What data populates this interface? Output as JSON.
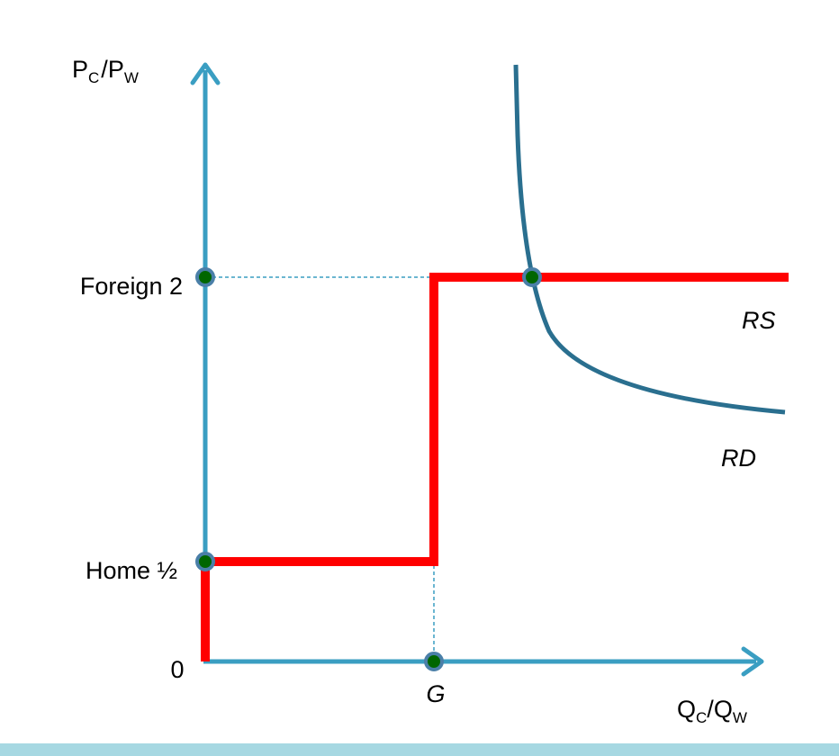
{
  "axes": {
    "y_label_main_1": "P",
    "y_label_sub_1": "C",
    "y_label_sep": "/",
    "y_label_main_2": "P",
    "y_label_sub_2": "W",
    "x_label_main_1": "Q",
    "x_label_sub_1": "C",
    "x_label_sep": "/",
    "x_label_main_2": "Q",
    "x_label_sub_2": "W",
    "origin_label": "0"
  },
  "ticks": {
    "foreign": "Foreign 2",
    "home": "Home ½",
    "g": "G"
  },
  "curves": {
    "rs_label": "RS",
    "rd_label": "RD"
  },
  "colors": {
    "axis": "#3a9ec2",
    "rs": "#ff0000",
    "rd": "#2a6f8f",
    "guide": "#3a9ec2",
    "dot_fill": "#006600",
    "dot_ring": "#4a7fa8",
    "footer": "#a6d8e2"
  }
}
